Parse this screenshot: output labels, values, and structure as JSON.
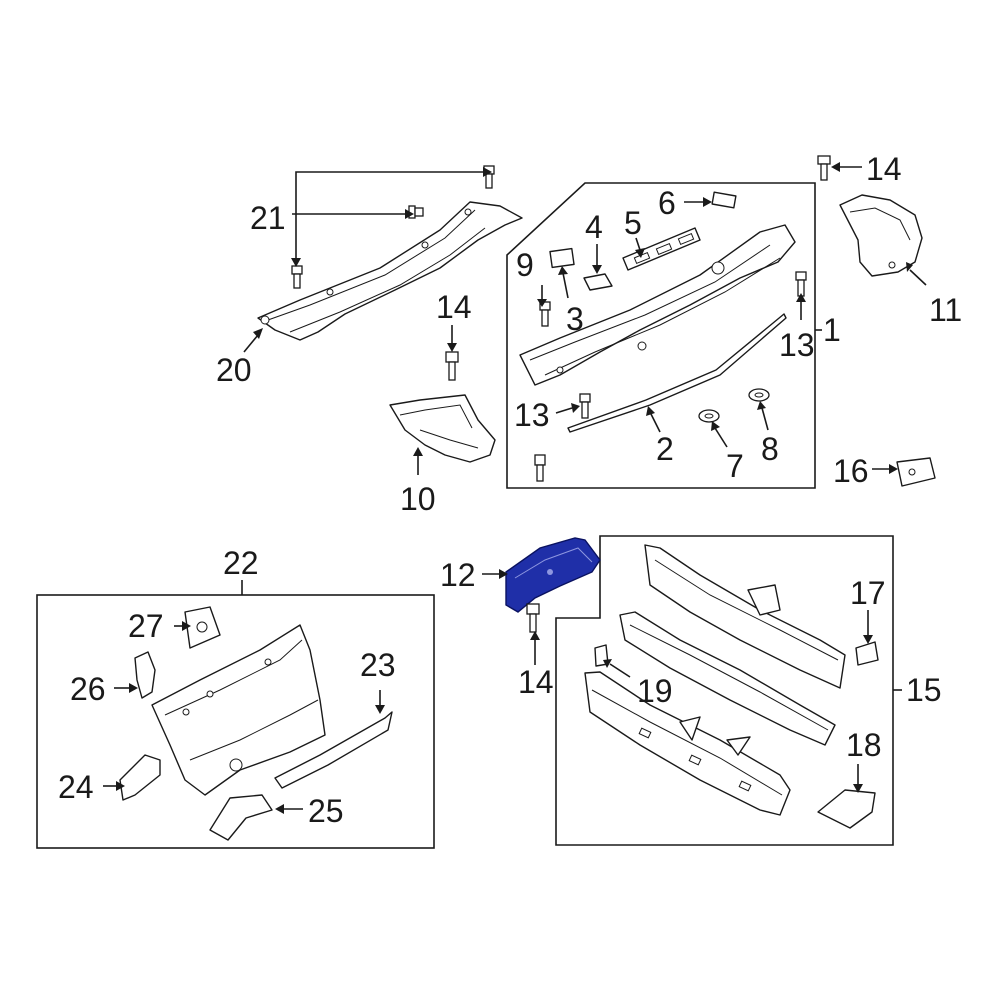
{
  "colors": {
    "line": "#1a1a1a",
    "highlight_fill": "#1f2fa8",
    "background": "#ffffff"
  },
  "callouts": {
    "c1": "1",
    "c2": "2",
    "c3": "3",
    "c4": "4",
    "c5": "5",
    "c6": "6",
    "c7": "7",
    "c8": "8",
    "c9": "9",
    "c10": "10",
    "c11": "11",
    "c12": "12",
    "c13a": "13",
    "c13b": "13",
    "c14a": "14",
    "c14b": "14",
    "c14c": "14",
    "c15": "15",
    "c16": "16",
    "c17": "17",
    "c18": "18",
    "c19": "19",
    "c20": "20",
    "c21": "21",
    "c22": "22",
    "c23": "23",
    "c24": "24",
    "c25": "25",
    "c26": "26",
    "c27": "27"
  },
  "highlighted_part": "12"
}
